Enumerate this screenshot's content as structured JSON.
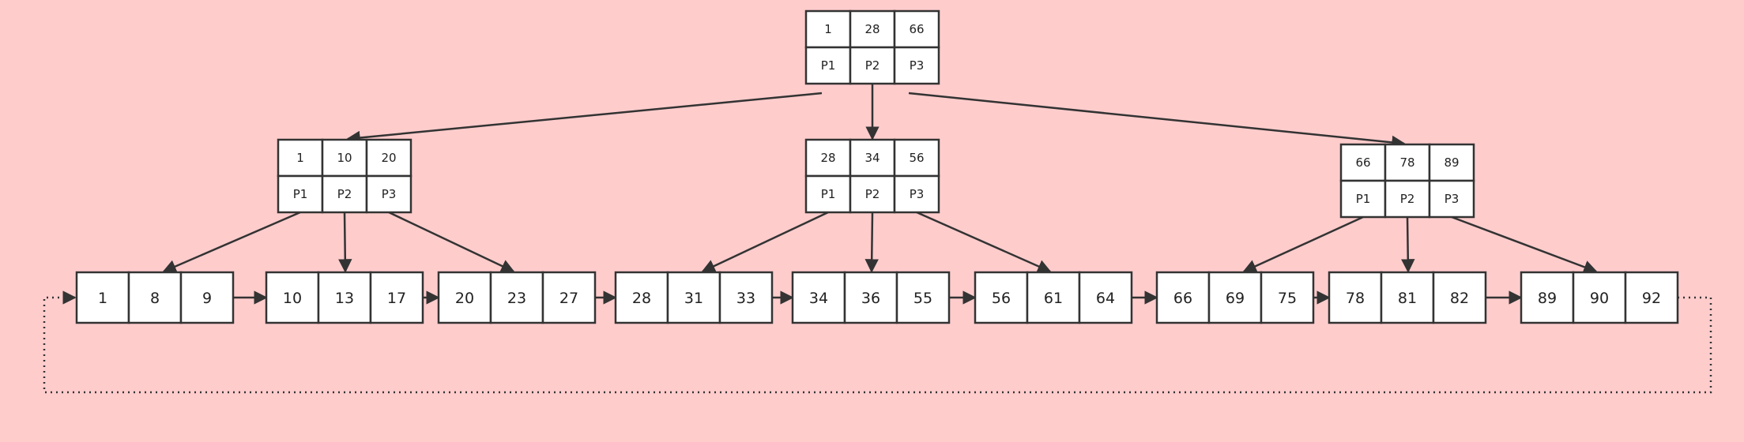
{
  "colors": {
    "background": "#ffcccc",
    "cell_fill": "#ffffff",
    "stroke": "#333333",
    "text": "#222222"
  },
  "root": {
    "keys": [
      "1",
      "28",
      "66"
    ],
    "pointers": [
      "P1",
      "P2",
      "P3"
    ]
  },
  "internal": [
    {
      "keys": [
        "1",
        "10",
        "20"
      ],
      "pointers": [
        "P1",
        "P2",
        "P3"
      ]
    },
    {
      "keys": [
        "28",
        "34",
        "56"
      ],
      "pointers": [
        "P1",
        "P2",
        "P3"
      ]
    },
    {
      "keys": [
        "66",
        "78",
        "89"
      ],
      "pointers": [
        "P1",
        "P2",
        "P3"
      ]
    }
  ],
  "leaves": [
    [
      "1",
      "8",
      "9"
    ],
    [
      "10",
      "13",
      "17"
    ],
    [
      "20",
      "23",
      "27"
    ],
    [
      "28",
      "31",
      "33"
    ],
    [
      "34",
      "36",
      "55"
    ],
    [
      "56",
      "61",
      "64"
    ],
    [
      "66",
      "69",
      "75"
    ],
    [
      "78",
      "81",
      "82"
    ],
    [
      "89",
      "90",
      "92"
    ]
  ]
}
